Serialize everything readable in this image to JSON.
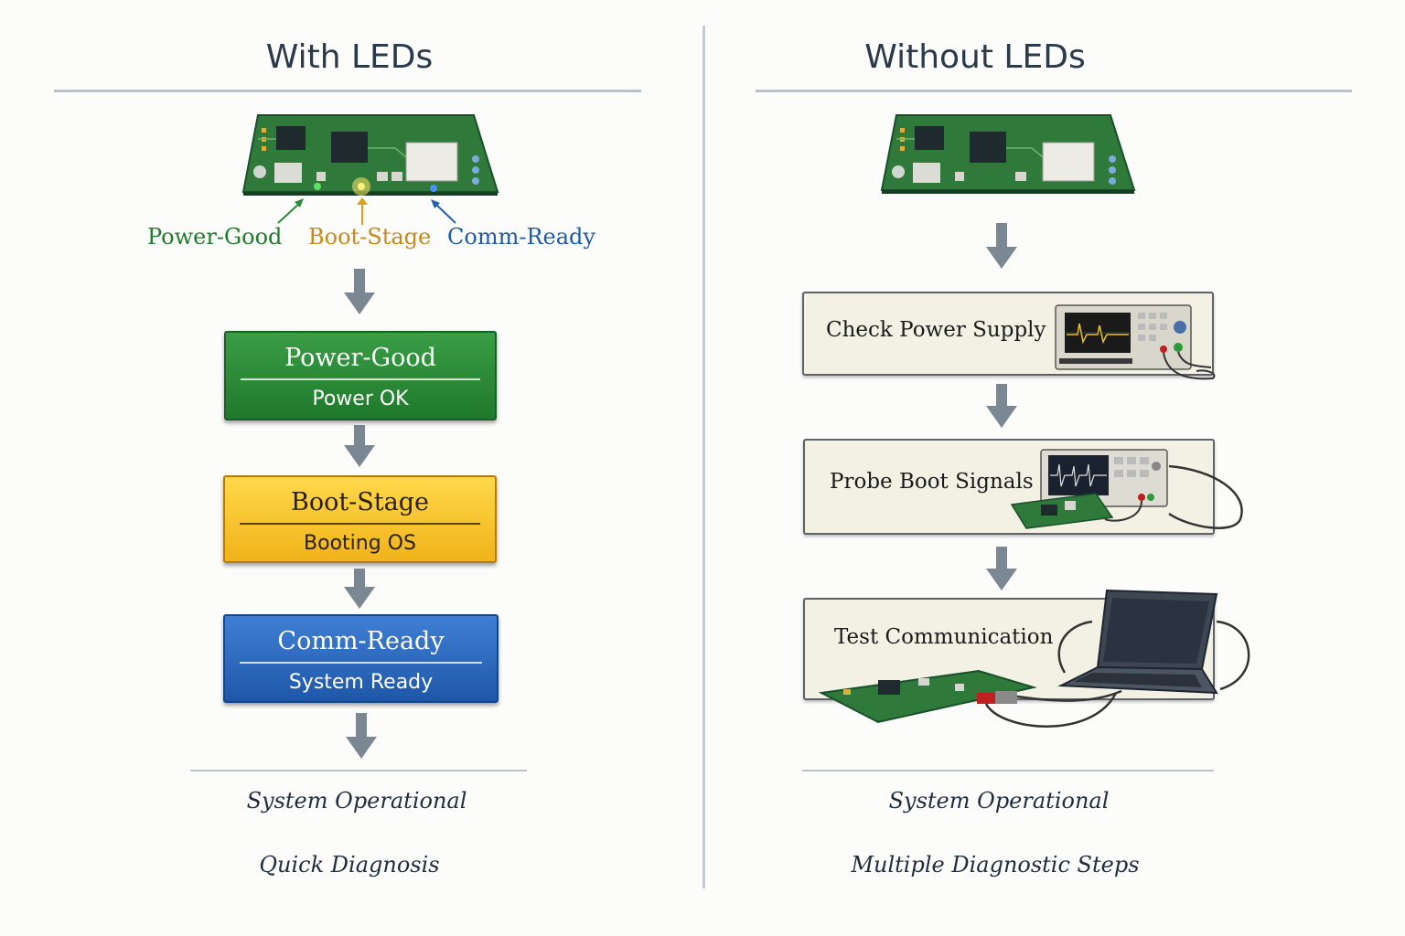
{
  "left": {
    "title": "With LEDs",
    "led_labels": {
      "power": "Power-Good",
      "boot": "Boot-Stage",
      "comm": "Comm-Ready"
    },
    "states": [
      {
        "title": "Power-Good",
        "subtitle": "Power OK"
      },
      {
        "title": "Boot-Stage",
        "subtitle": "Booting OS"
      },
      {
        "title": "Comm-Ready",
        "subtitle": "System Ready"
      }
    ],
    "result": "System Operational",
    "summary": "Quick Diagnosis"
  },
  "right": {
    "title": "Without LEDs",
    "steps": [
      {
        "label": "Check Power Supply"
      },
      {
        "label": "Probe Boot Signals"
      },
      {
        "label": "Test Communication"
      }
    ],
    "result": "System Operational",
    "summary": "Multiple Diagnostic Steps"
  },
  "colors": {
    "power_good": "#1f7a2c",
    "boot_stage": "#c6891a",
    "comm_ready": "#1f5aa8",
    "arrow": "#7b8793",
    "pcb": "#2f7a3a"
  },
  "icons": [
    "pcb-board-icon",
    "oscilloscope-icon",
    "logic-analyzer-icon",
    "laptop-icon",
    "down-arrow-icon"
  ]
}
